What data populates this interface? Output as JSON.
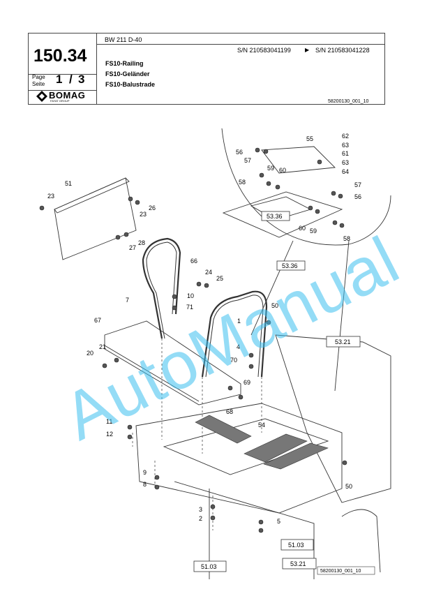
{
  "header": {
    "page_number": "150.34",
    "page_label_en": "Page",
    "page_label_de": "Seite",
    "page_current": "1",
    "page_separator": "/",
    "page_total": "3",
    "brand": "BOMAG",
    "brand_sub": "FAYAT GROUP",
    "model": "BW 211 D-40",
    "serial_from": "S/N 210583041199",
    "serial_arrow": "▶",
    "serial_to": "S/N 210583041228",
    "title_en": "FS10-Railing",
    "title_de": "FS10-Geländer",
    "title_fr": "FS10-Balustrade",
    "drawing_ref": "58200130_001_10"
  },
  "diagram": {
    "callouts": [
      "1",
      "2",
      "3",
      "4",
      "5",
      "7",
      "8",
      "9",
      "10",
      "11",
      "12",
      "20",
      "21",
      "23",
      "23",
      "24",
      "25",
      "26",
      "27",
      "28",
      "50",
      "50",
      "51",
      "54",
      "55",
      "56",
      "56",
      "57",
      "57",
      "58",
      "58",
      "59",
      "59",
      "60",
      "60",
      "61",
      "62",
      "63",
      "63",
      "64",
      "66",
      "67",
      "68",
      "69",
      "70",
      "71"
    ],
    "boxed_refs": [
      "53.36",
      "53.36",
      "53.21",
      "53.21",
      "51.03",
      "51.03"
    ],
    "drawing_ref_bottom": "58200130_001_10"
  },
  "watermark": "AutoManual",
  "colors": {
    "watermark": "#3ec0f0",
    "line": "#333333",
    "mat": "#777777"
  }
}
